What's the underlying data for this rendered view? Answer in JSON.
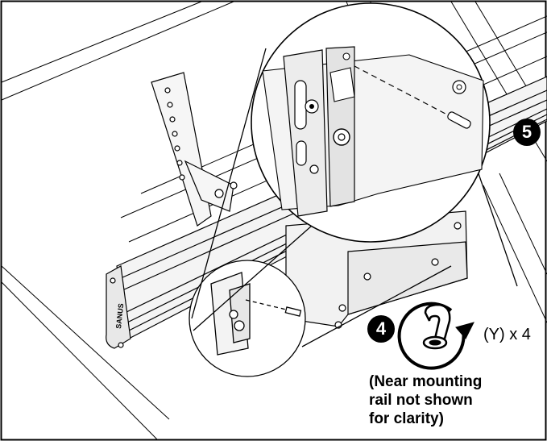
{
  "step_badges": {
    "step4": "4",
    "step5": "5"
  },
  "quantity_label": "(Y) x 4",
  "note_lines": [
    "(Near mounting",
    "rail not shown",
    "for clarity)"
  ],
  "brand_mark": "SANUS",
  "colors": {
    "line": "#000000",
    "rail_fill": "#f2f2f2",
    "badge": "#000000",
    "background": "#ffffff"
  },
  "icons": {
    "step4": "screw-tighten-icon"
  }
}
